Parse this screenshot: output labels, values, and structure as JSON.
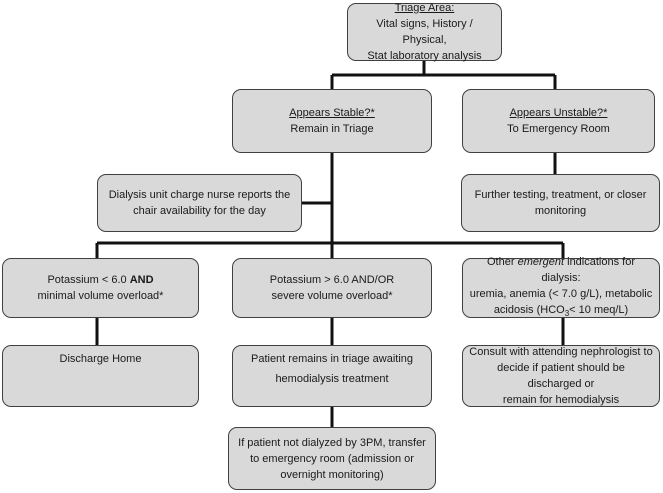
{
  "triage": {
    "title": "Triage Area:",
    "line1": "Vital signs, History / Physical,",
    "line2": "Stat laboratory analysis"
  },
  "stable": {
    "title": "Appears Stable?*",
    "line1": "Remain in Triage"
  },
  "unstable": {
    "title": "Appears Unstable?*",
    "line1": "To Emergency Room"
  },
  "charge_nurse": {
    "line1": "Dialysis unit charge nurse reports the",
    "line2": "chair availability for the day"
  },
  "further_testing": {
    "line1": "Further testing, treatment, or closer",
    "line2": "monitoring"
  },
  "potassium_low": {
    "line1_a": "Potassium < 6.0 ",
    "line1_b": "AND",
    "line2": "minimal volume overload*"
  },
  "potassium_high": {
    "line1": "Potassium > 6.0 AND/OR",
    "line2": "severe volume overload*"
  },
  "other_emergent": {
    "line1_a": "Other ",
    "line1_b": "emergent",
    "line1_c": " indications for dialysis:",
    "line2": "uremia, anemia (< 7.0 g/L), metabolic",
    "line3_a": "acidosis (HCO",
    "line3_sub": "3",
    "line3_b": "< 10 meq/L)"
  },
  "discharge": {
    "line1": "Discharge Home"
  },
  "awaiting": {
    "line1": "Patient remains in triage awaiting",
    "line2": "hemodialysis treatment"
  },
  "consult": {
    "line1": "Consult with attending nephrologist to",
    "line2": "decide if patient should be discharged or",
    "line3": "remain for hemodialysis"
  },
  "transfer": {
    "line1": "If patient not dialyzed by 3PM, transfer",
    "line2": "to emergency room (admission or",
    "line3": "overnight monitoring)"
  }
}
